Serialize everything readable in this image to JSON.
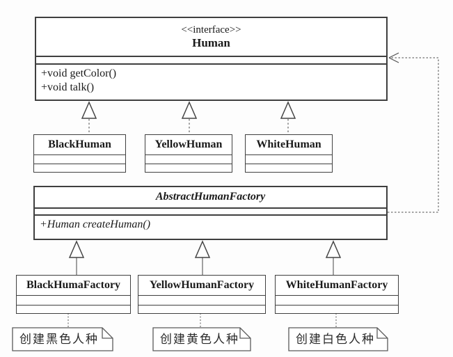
{
  "diagram": {
    "title": "Abstract Factory UML class diagram",
    "interface": {
      "stereotype": "<<interface>>",
      "name": "Human",
      "methods": [
        "+void getColor()",
        "+void talk()"
      ]
    },
    "human_classes": [
      {
        "name": "BlackHuman"
      },
      {
        "name": "YellowHuman"
      },
      {
        "name": "WhiteHuman"
      }
    ],
    "abstract_factory": {
      "name": "AbstractHumanFactory",
      "methods": [
        "+Human createHuman()"
      ]
    },
    "factories": [
      {
        "name": "BlackHumaFactory"
      },
      {
        "name": "YellowHumanFactory"
      },
      {
        "name": "WhiteHumanFactory"
      }
    ],
    "notes": [
      {
        "text": "创建黑色人种"
      },
      {
        "text": "创建黄色人种"
      },
      {
        "text": "创建白色人种"
      }
    ],
    "relations": {
      "realization": "dashed line + hollow triangle",
      "generalization": "solid line + hollow triangle",
      "dependency": "dashed line + open arrow"
    },
    "colors": {
      "line": "#454545",
      "background": "#ffffff",
      "text": "#1a1a1a"
    }
  }
}
